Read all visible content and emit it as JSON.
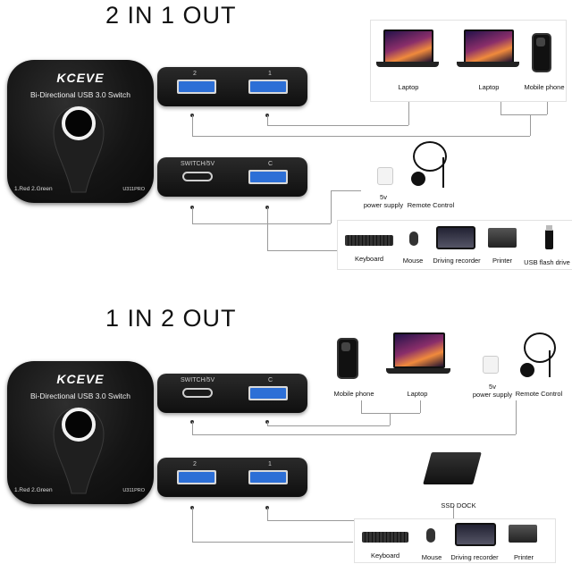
{
  "section1": {
    "title": "2 IN 1 OUT",
    "switch": {
      "brand": "KCEVE",
      "subtitle": "Bi-Directional  USB 3.0 Switch",
      "leds": "1.Red  2.Green",
      "model": "U311PRO"
    },
    "top_module": {
      "port_left_label": "2",
      "port_right_label": "1"
    },
    "bottom_module": {
      "port_left_label": "SWITCH/5V",
      "port_right_label": "C"
    },
    "devices_top": [
      "Laptop",
      "Laptop",
      "Mobile phone"
    ],
    "power": {
      "label": "5v\npower supply",
      "remote": "Remote Control"
    },
    "peripherals": [
      "Keyboard",
      "Mouse",
      "Driving recorder",
      "Printer",
      "USB flash drive"
    ]
  },
  "section2": {
    "title": "1 IN 2 OUT",
    "switch": {
      "brand": "KCEVE",
      "subtitle": "Bi-Directional  USB 3.0 Switch",
      "leds": "1.Red  2.Green",
      "model": "U311PRO"
    },
    "top_module": {
      "port_left_label": "SWITCH/5V",
      "port_right_label": "C"
    },
    "bottom_module": {
      "port_left_label": "2",
      "port_right_label": "1"
    },
    "devices_top": [
      "Mobile phone",
      "Laptop"
    ],
    "power": {
      "label": "5v\npower supply",
      "remote": "Remote Control"
    },
    "dock": "SSD DOCK",
    "peripherals": [
      "Keyboard",
      "Mouse",
      "Driving recorder",
      "Printer"
    ]
  }
}
